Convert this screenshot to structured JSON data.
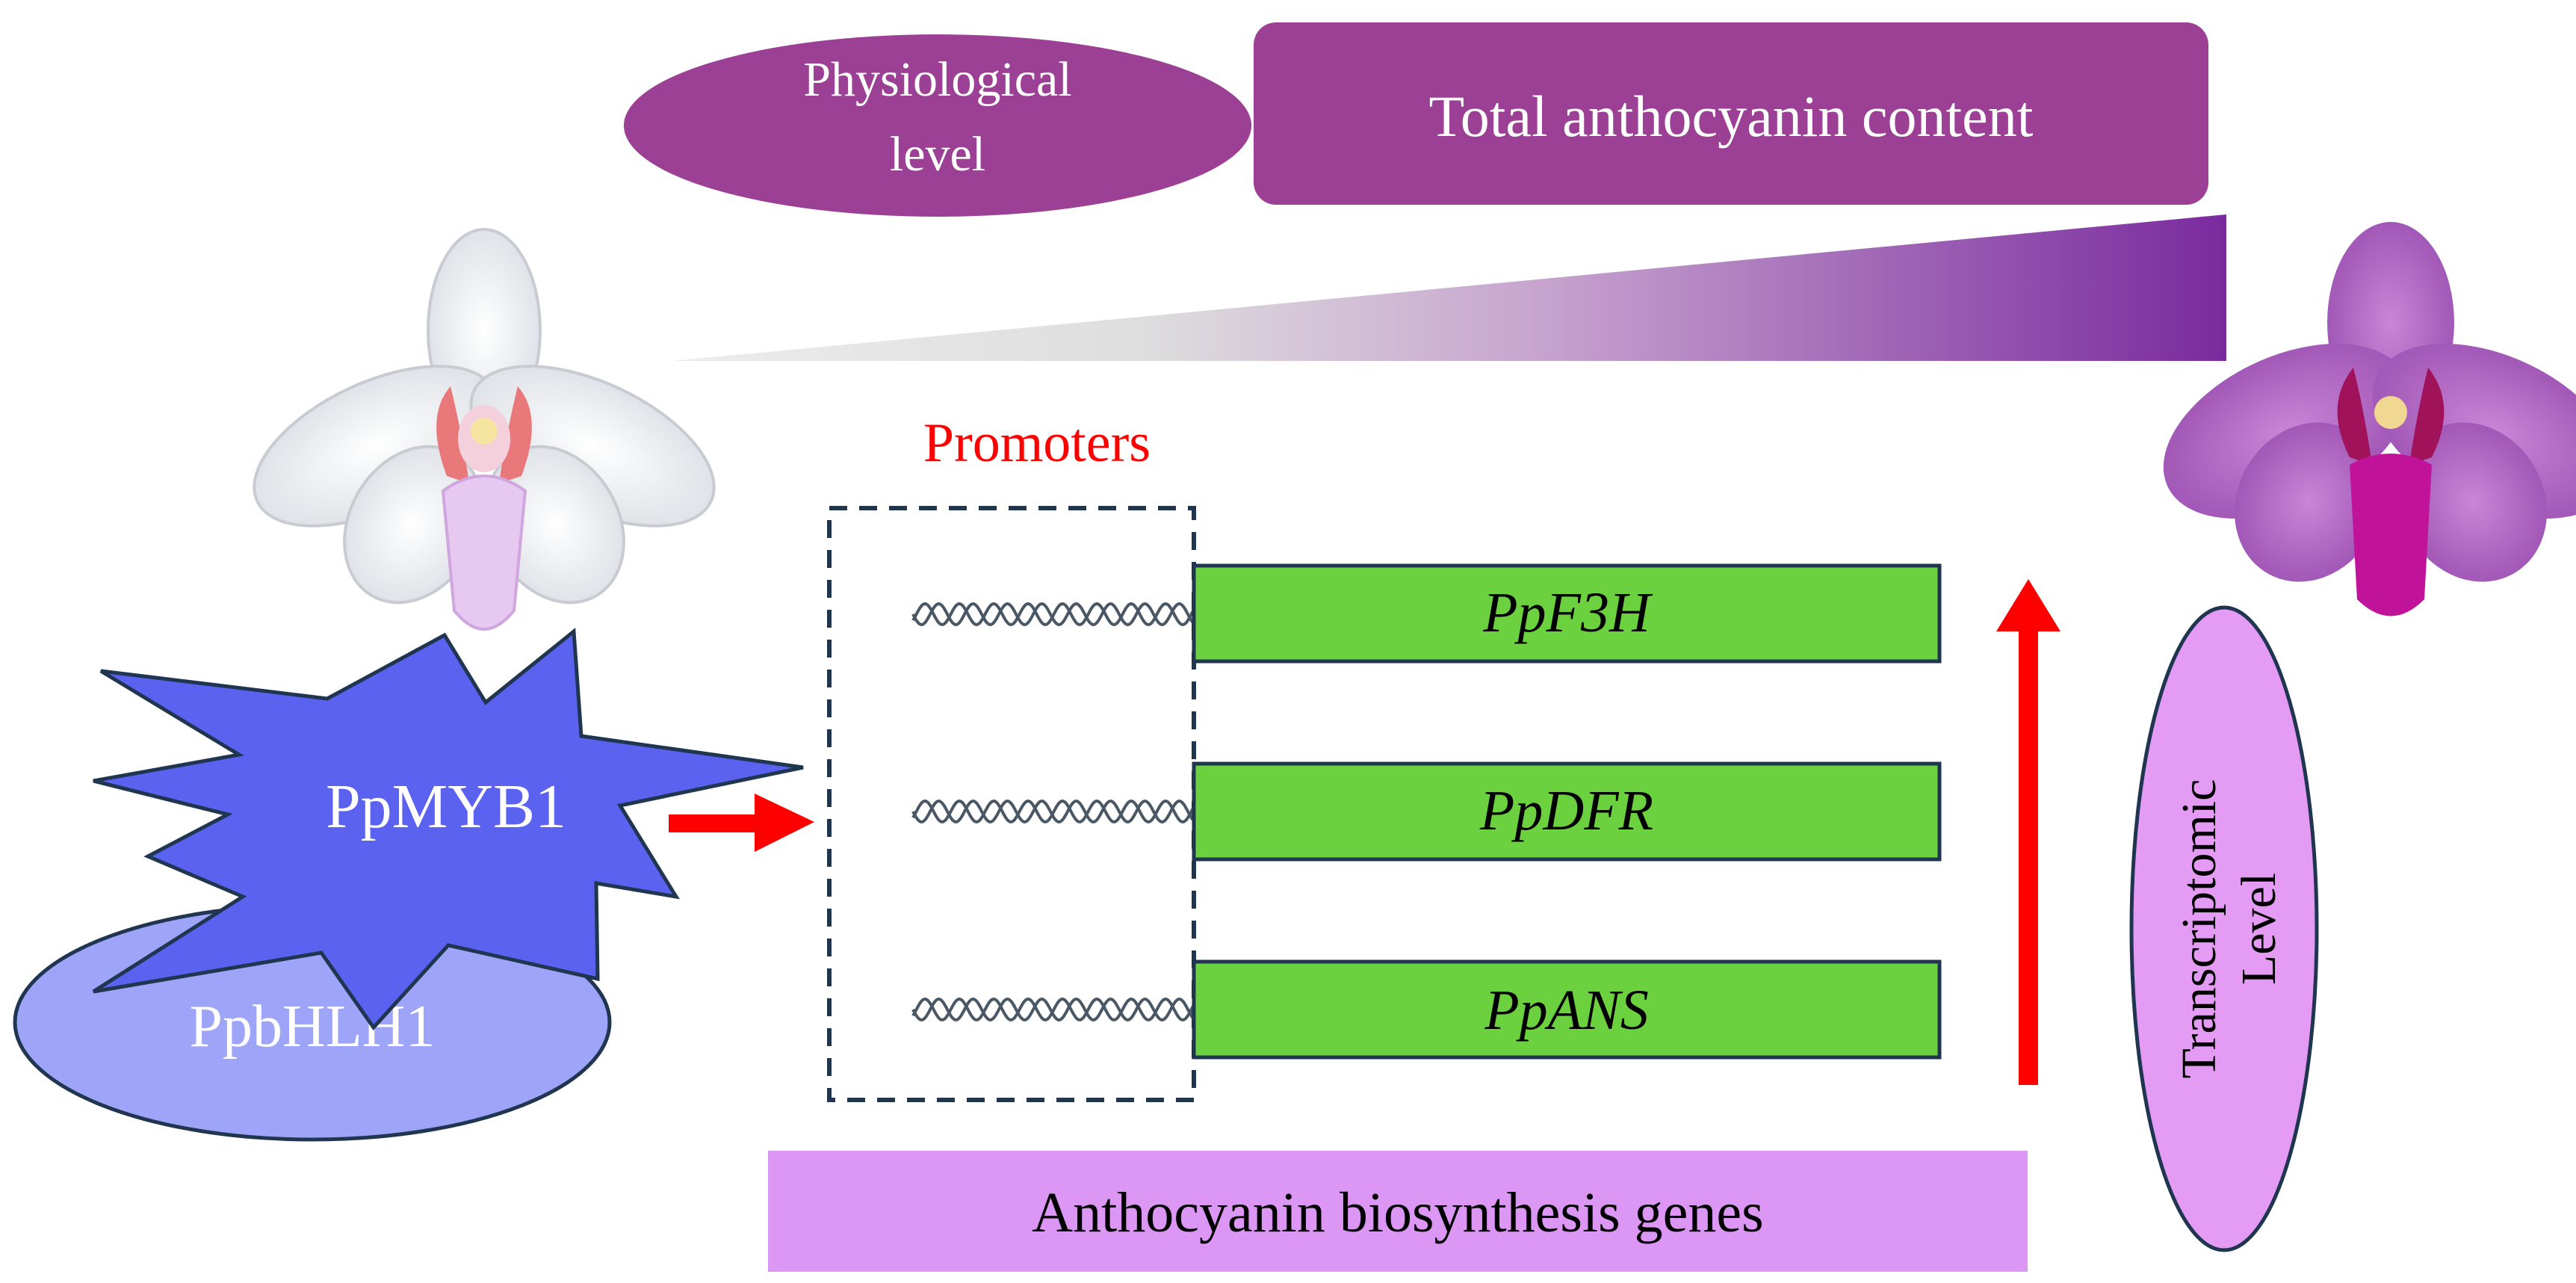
{
  "physiological": {
    "label_line1": "Physiological",
    "label_line2": "level",
    "total_anthocyanin": "Total anthocyanin content"
  },
  "promoters": {
    "label": "Promoters"
  },
  "factors": {
    "myb": "PpMYB1",
    "bhlh": "PpbHLH1"
  },
  "genes": [
    {
      "name": "PpF3H"
    },
    {
      "name": "PpDFR"
    },
    {
      "name": "PpANS"
    }
  ],
  "biosynthesis": {
    "label": "Anthocyanin biosynthesis genes"
  },
  "transcriptomic": {
    "label_line1": "Transcriptomic",
    "label_line2": "Level"
  },
  "colors": {
    "physiological_purple": "#9b4094",
    "gradient_start": "#d9d9d9",
    "gradient_end": "#7a2a9e",
    "gene_green": "#6cd13e",
    "biosynthesis_lilac": "#dc96f4",
    "transcriptomic_lilac": "#e49bf4",
    "myb_blue": "#5b62f0",
    "bhlh_blue": "#9ea4f7",
    "arrow_red": "#ff0000",
    "promoter_red": "#ff0000",
    "dash_navy": "#1f3550"
  }
}
